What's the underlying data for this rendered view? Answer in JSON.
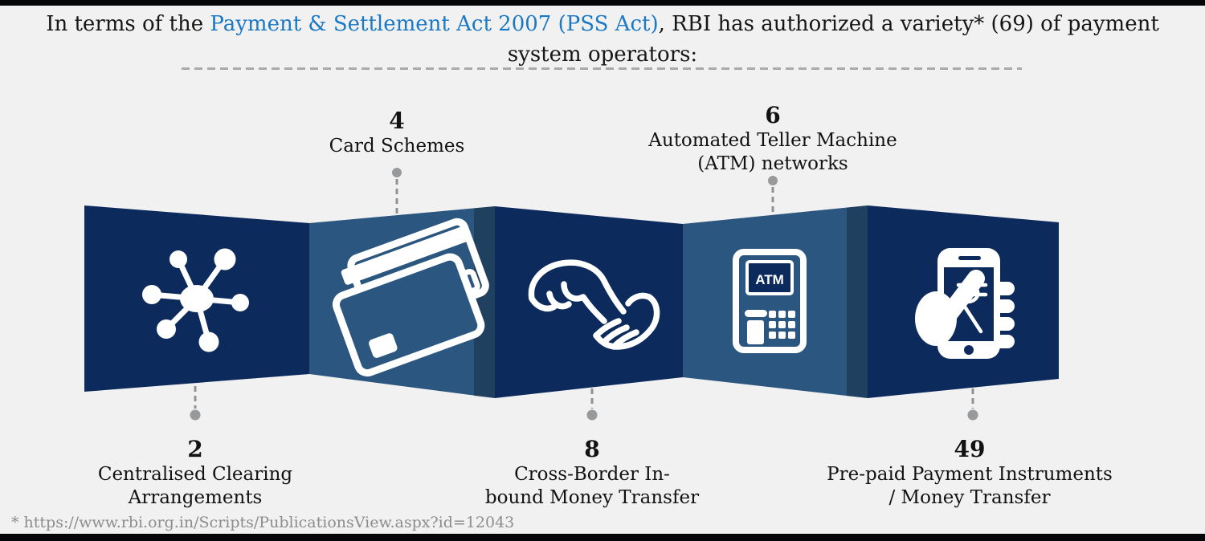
{
  "title": {
    "prefix": "In terms of the ",
    "link_text": "Payment & Settlement Act 2007 (PSS Act)",
    "suffix": ", RBI has authorized a variety* (69) of payment system operators:"
  },
  "segments": [
    {
      "count": "2",
      "label_line1": "Centralised Clearing",
      "label_line2": "Arrangements",
      "label_position": "below",
      "icon": "network-hub-icon",
      "panel_shade": "dark"
    },
    {
      "count": "4",
      "label_line1": "Card Schemes",
      "label_line2": "",
      "label_position": "above",
      "icon": "credit-cards-icon",
      "panel_shade": "light"
    },
    {
      "count": "8",
      "label_line1": "Cross-Border In-",
      "label_line2": "bound Money Transfer",
      "label_position": "below",
      "icon": "hands-transfer-icon",
      "panel_shade": "dark"
    },
    {
      "count": "6",
      "label_line1": "Automated Teller Machine",
      "label_line2": "(ATM) networks",
      "label_position": "above",
      "icon": "atm-machine-icon",
      "panel_shade": "light"
    },
    {
      "count": "49",
      "label_line1": "Pre-paid Payment Instruments",
      "label_line2": "/ Money Transfer",
      "label_position": "below",
      "icon": "phone-in-hand-icon",
      "panel_shade": "dark"
    }
  ],
  "atm_label": "ATM",
  "footnote": "* https://www.rbi.org.in/Scripts/PublicationsView.aspx?id=12043",
  "colors": {
    "panel_dark": "#0d2a5c",
    "panel_light": "#2a567f",
    "link_blue": "#1a78c4",
    "connector_gray": "#8f9193",
    "background": "#f1f1f2",
    "bar_black": "#050608"
  }
}
